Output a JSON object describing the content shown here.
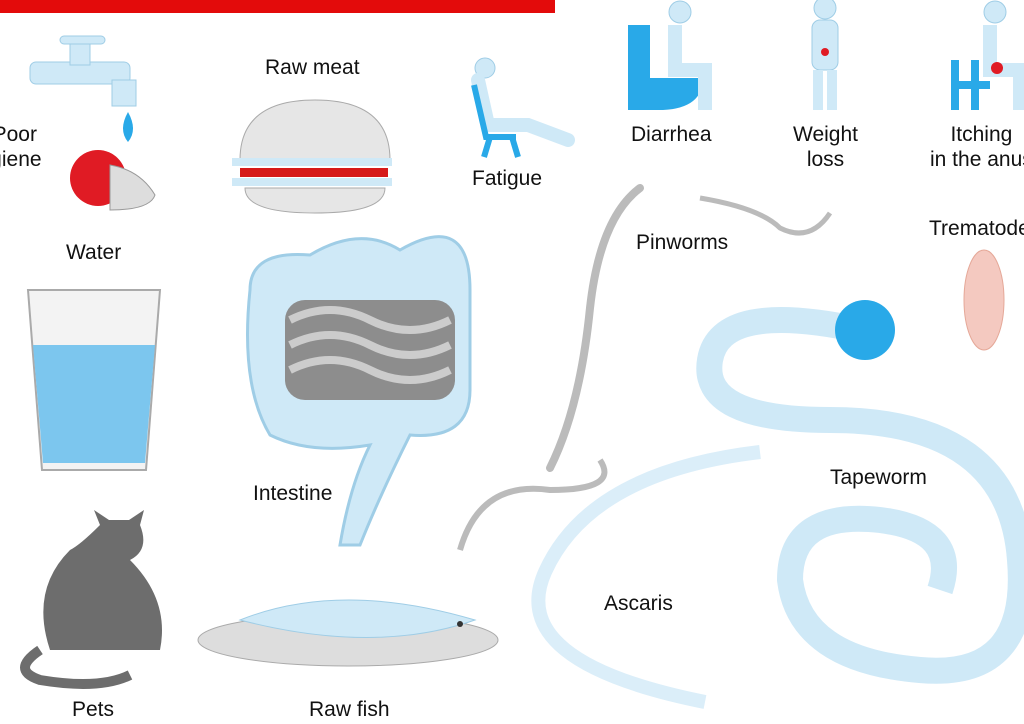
{
  "labels": {
    "poor_hygiene": [
      "Poor",
      "hygiene"
    ],
    "raw_meat": "Raw meat",
    "fatigue": "Fatigue",
    "diarrhea": "Diarrhea",
    "weight_loss": [
      "Weight",
      "loss"
    ],
    "itching": [
      "Itching",
      "in the anus"
    ],
    "water": "Water",
    "pinworms": "Pinworms",
    "trematodes": "Trematodes",
    "intestine": "Intestine",
    "tapeworm": "Tapeworm",
    "ascaris": "Ascaris",
    "pets": "Pets",
    "raw_fish": "Raw fish"
  },
  "colors": {
    "banner": "#e30b0b",
    "accent_blue": "#29a9e8",
    "light_blue": "#cfe9f7",
    "gray": "#6d6d6d"
  }
}
